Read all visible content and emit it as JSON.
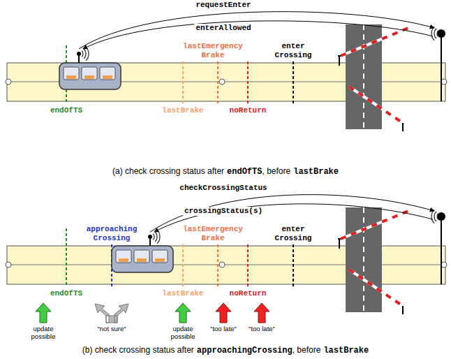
{
  "diagram": {
    "labels": [
      "requestEnter",
      "enterAllowed",
      "lastEmergency Brake",
      "enter Crossing",
      "endOfTS",
      "lastBrake",
      "noReturn",
      "(a) check crossing status after",
      "endOfTS",
      ", before",
      "lastBrake",
      "checkCrossingStatus",
      "crossingStatus(s)",
      "approaching Crossing",
      "lastEmergency Brake",
      "enter Crossing",
      "endOfTS",
      "lastBrake",
      "noReturn",
      "update possible",
      "\"not sure\"",
      "update possible",
      "\"too late\"",
      "\"too late\"",
      "(b) check crossing status after",
      "approachingCrossing",
      ", before",
      "lastBrake"
    ]
  }
}
